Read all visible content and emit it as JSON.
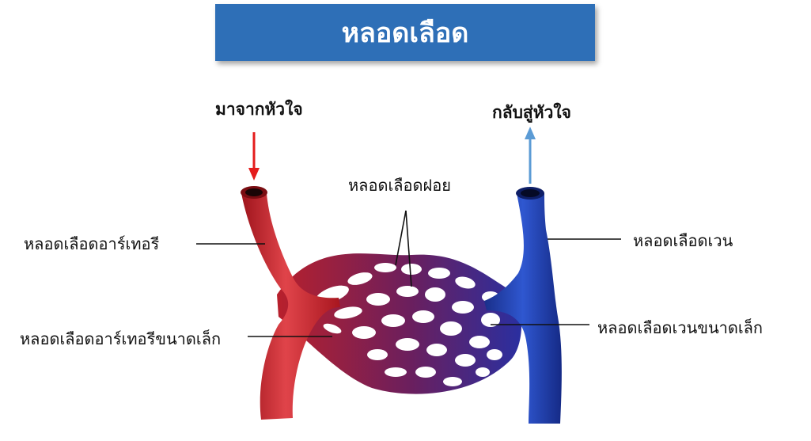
{
  "title": "หลอดเลือด",
  "labels": {
    "from_heart": "มาจากหัวใจ",
    "to_heart": "กลับสู่หัวใจ",
    "capillary": "หลอดเลือดฝอย",
    "artery": "หลอดเลือดอาร์เทอรี",
    "vein": "หลอดเลือดเวน",
    "arteriole": "หลอดเลือดอาร์เทอรีขนาดเล็ก",
    "venule": "หลอดเลือดเวนขนาดเล็ก"
  },
  "colors": {
    "title_bg": "#2E6FB7",
    "artery": "#C0202A",
    "vein": "#1E3FA6",
    "arrow_in": "#E41C1C",
    "arrow_out": "#5B9BD5"
  }
}
